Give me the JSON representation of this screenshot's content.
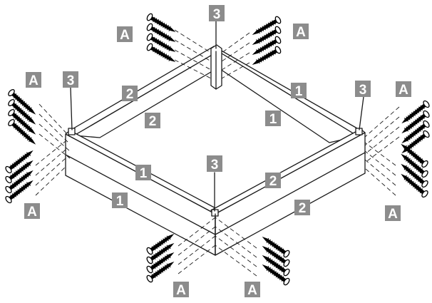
{
  "labels": {
    "screws": "A",
    "long_board": "1",
    "short_board": "2",
    "corner_post": "3"
  },
  "colors": {
    "label_background": "#8c8c8c",
    "label_text": "#ffffff",
    "line": "#1a1a1a",
    "screw_fill": "#000000"
  },
  "icons": [
    "screw-icon"
  ]
}
